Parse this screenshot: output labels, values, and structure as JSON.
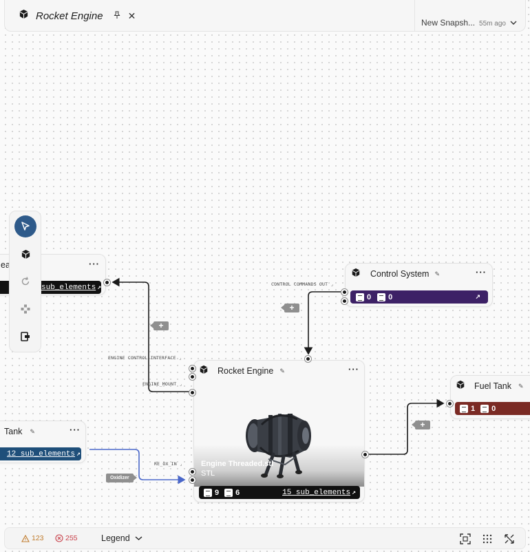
{
  "header": {
    "title": "Rocket Engine",
    "snapshot_name": "New Snapsh...",
    "snapshot_time": "55m ago"
  },
  "nodes": {
    "left_partial": {
      "title": "ea",
      "sub_elements": "sub_elements"
    },
    "control_system": {
      "title": "Control System",
      "count_a": "0",
      "count_b": "0",
      "color": "#3d2166"
    },
    "rocket_engine": {
      "title": "Rocket Engine",
      "file_name": "Engine Threaded.stl",
      "file_type": "STL",
      "count_a": "9",
      "count_b": "6",
      "sub_elements": "15 sub_elements"
    },
    "fuel_tank": {
      "title": "Fuel Tank",
      "count_a": "1",
      "count_b": "0",
      "color": "#7a2a24"
    },
    "ox_tank": {
      "title": "Tank",
      "sub_elements": "12 sub_elements",
      "color": "#1f4f7a"
    }
  },
  "edge_labels": {
    "control_commands_out": "CONTROL COMMANDS OUT",
    "engine_control_interface": "ENGINE CONTROL INTERFACE",
    "engine_mount": "ENGINE_MOUNT",
    "re_ox_in": "RE_OX_IN",
    "oxidizer": "Oxidizer",
    "plus": "+"
  },
  "bottom": {
    "warnings": "123",
    "errors": "255",
    "legend": "Legend"
  },
  "colors": {
    "accent": "#2e5a8a",
    "edge_default": "#1a1a1a",
    "edge_oxidizer": "#4a67c9"
  }
}
